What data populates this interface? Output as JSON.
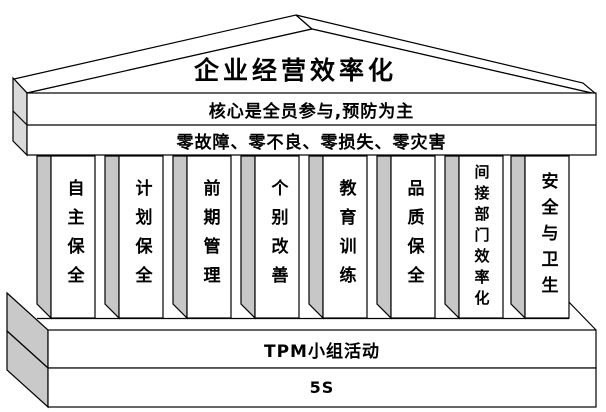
{
  "diagram": {
    "roof_title": "企业经营效率化",
    "entablature": {
      "line1": "核心是全员参与,预防为主",
      "line2": "零故障、零不良、零损失、零灾害"
    },
    "pillars": [
      {
        "label": "自主保全"
      },
      {
        "label": "计划保全"
      },
      {
        "label": "前期管理"
      },
      {
        "label": "个别改善"
      },
      {
        "label": "教育训练"
      },
      {
        "label": "品质保全"
      },
      {
        "label": "间接部门效率化"
      },
      {
        "label": "安全与卫生"
      }
    ],
    "base": {
      "tier1": "TPM小组活动",
      "tier2": "5S"
    },
    "colors": {
      "outline": "#000000",
      "pillar_side": "#c7c7c7",
      "base_side": "#c9c9c9",
      "entablature_side": "#dadada",
      "face": "#ffffff"
    }
  }
}
